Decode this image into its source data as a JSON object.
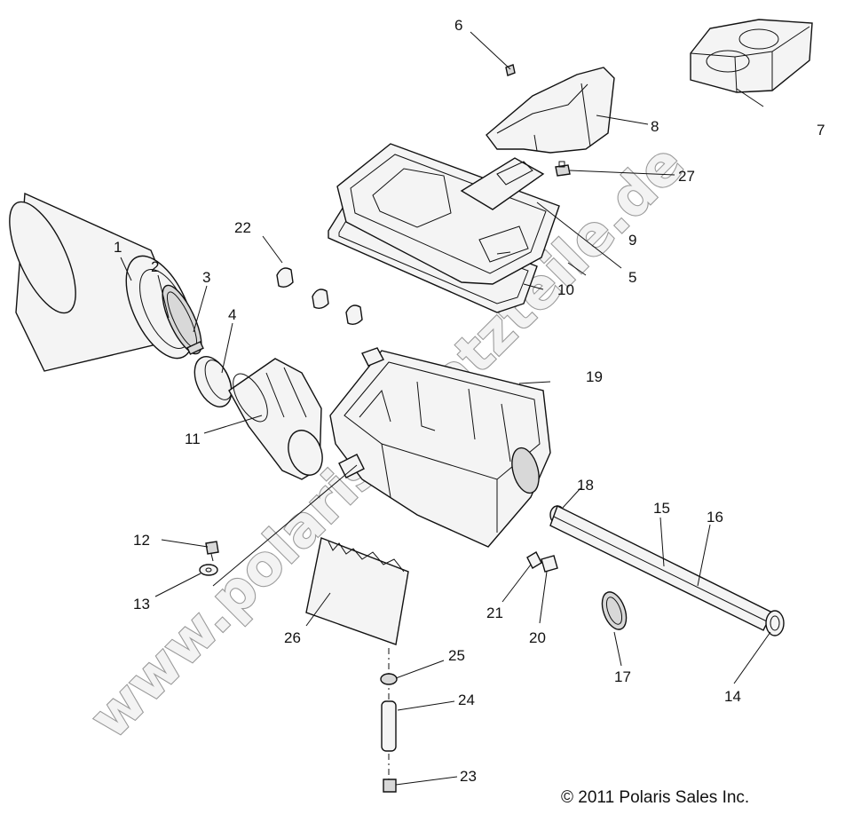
{
  "callouts": [
    "1",
    "2",
    "3",
    "4",
    "5",
    "6",
    "7",
    "8",
    "9",
    "10",
    "11",
    "12",
    "13",
    "14",
    "15",
    "16",
    "17",
    "18",
    "19",
    "20",
    "21",
    "22",
    "23",
    "24",
    "25",
    "26",
    "27"
  ],
  "copyright": "© 2011 Polaris Sales Inc.",
  "watermark": "www.polarisersatzteile.de"
}
